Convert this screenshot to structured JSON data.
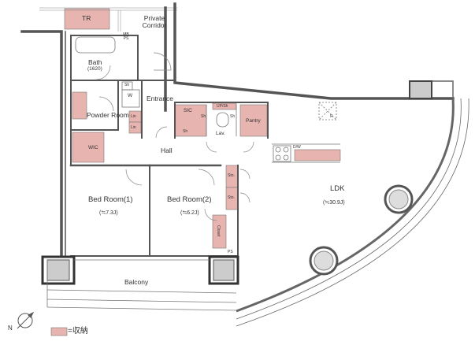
{
  "rooms": {
    "tr": "TR",
    "private_corridor": "Private\nCorridor",
    "ms_ps": "MB\nPS",
    "bath": "Bath",
    "bath_size": "(1620)",
    "sh_bath": "Sh",
    "w": "W",
    "entrance": "Entrance",
    "powder_room": "Powder Room",
    "lin1": "Lin",
    "lin2": "Lin",
    "wic": "WIC",
    "sic": "SIC",
    "sh_sic1": "Sh",
    "sh_sic2": "Sh",
    "lav": "Lav.",
    "up_sh": "UP/Sh",
    "sh_lav": "Sh",
    "pantry": "Pantry",
    "hall": "Hall",
    "dw": "D/W",
    "r": "R",
    "ldk": "LDK",
    "ldk_area": "(≒30.9J)",
    "bed1": "Bed Room(1)",
    "bed1_area": "(≒7.3J)",
    "bed2": "Bed Room(2)",
    "bed2_area": "(≒6.2J)",
    "sto1": "Sto.",
    "sto2": "Sto.",
    "closet": "Closet",
    "ps": "PS",
    "balcony": "Balcony"
  },
  "legend": {
    "label": "=収納"
  },
  "colors": {
    "storage": "#e8b4b0",
    "wall": "#555555",
    "thin": "#777777"
  }
}
